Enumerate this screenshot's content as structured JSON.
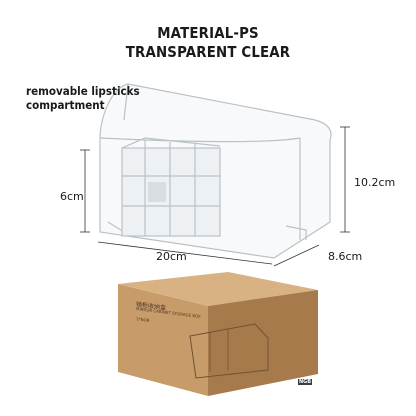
{
  "heading": {
    "line1": "MATERIAL-PS",
    "line2": "TRANSPARENT CLEAR"
  },
  "callout": {
    "line1": "removable lipsticks",
    "line2": "compartment"
  },
  "dimensions": {
    "inner_height": "6cm",
    "height": "10.2cm",
    "width": "20cm",
    "depth": "8.6cm"
  },
  "box_print": {
    "line1": "镜柜收纳盒",
    "line2": "MIRROR CABINET STORAGE BOX",
    "line3": "1*NOB",
    "brand": "NGB"
  },
  "colors": {
    "background": "#ffffff",
    "text": "#1a1a1a",
    "kraft": "#c79b6a",
    "kraft_dark": "#a77a4b",
    "acrylic_edge": "#b9c2c8"
  }
}
